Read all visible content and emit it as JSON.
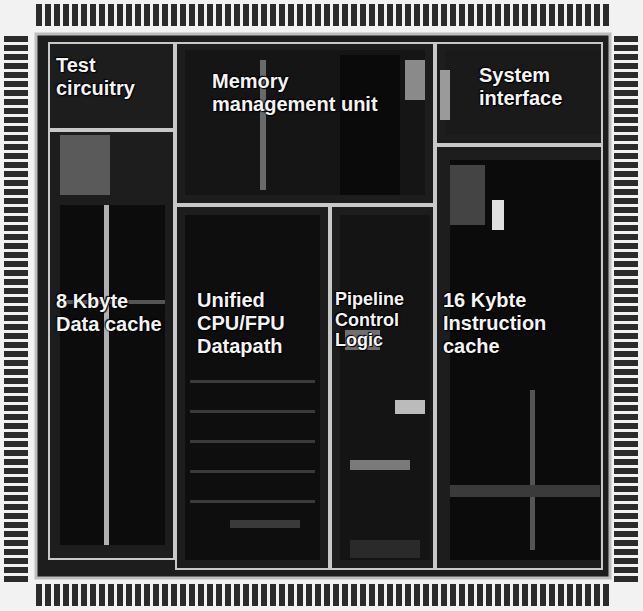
{
  "diagram": {
    "nodes": [
      {
        "text": [
          "Test circuitry"
        ]
      },
      {
        "text": [
          "Memory management unit"
        ]
      },
      {
        "text": [
          "System interface"
        ]
      },
      {
        "text": [
          "8 Kbyte Data cache"
        ]
      },
      {
        "text": [
          "Unified CPU/FPU Datapath"
        ]
      },
      {
        "text": [
          "Pipeline Control Logic"
        ]
      },
      {
        "text": [
          "16 Kybte Instruction cache"
        ]
      }
    ]
  }
}
